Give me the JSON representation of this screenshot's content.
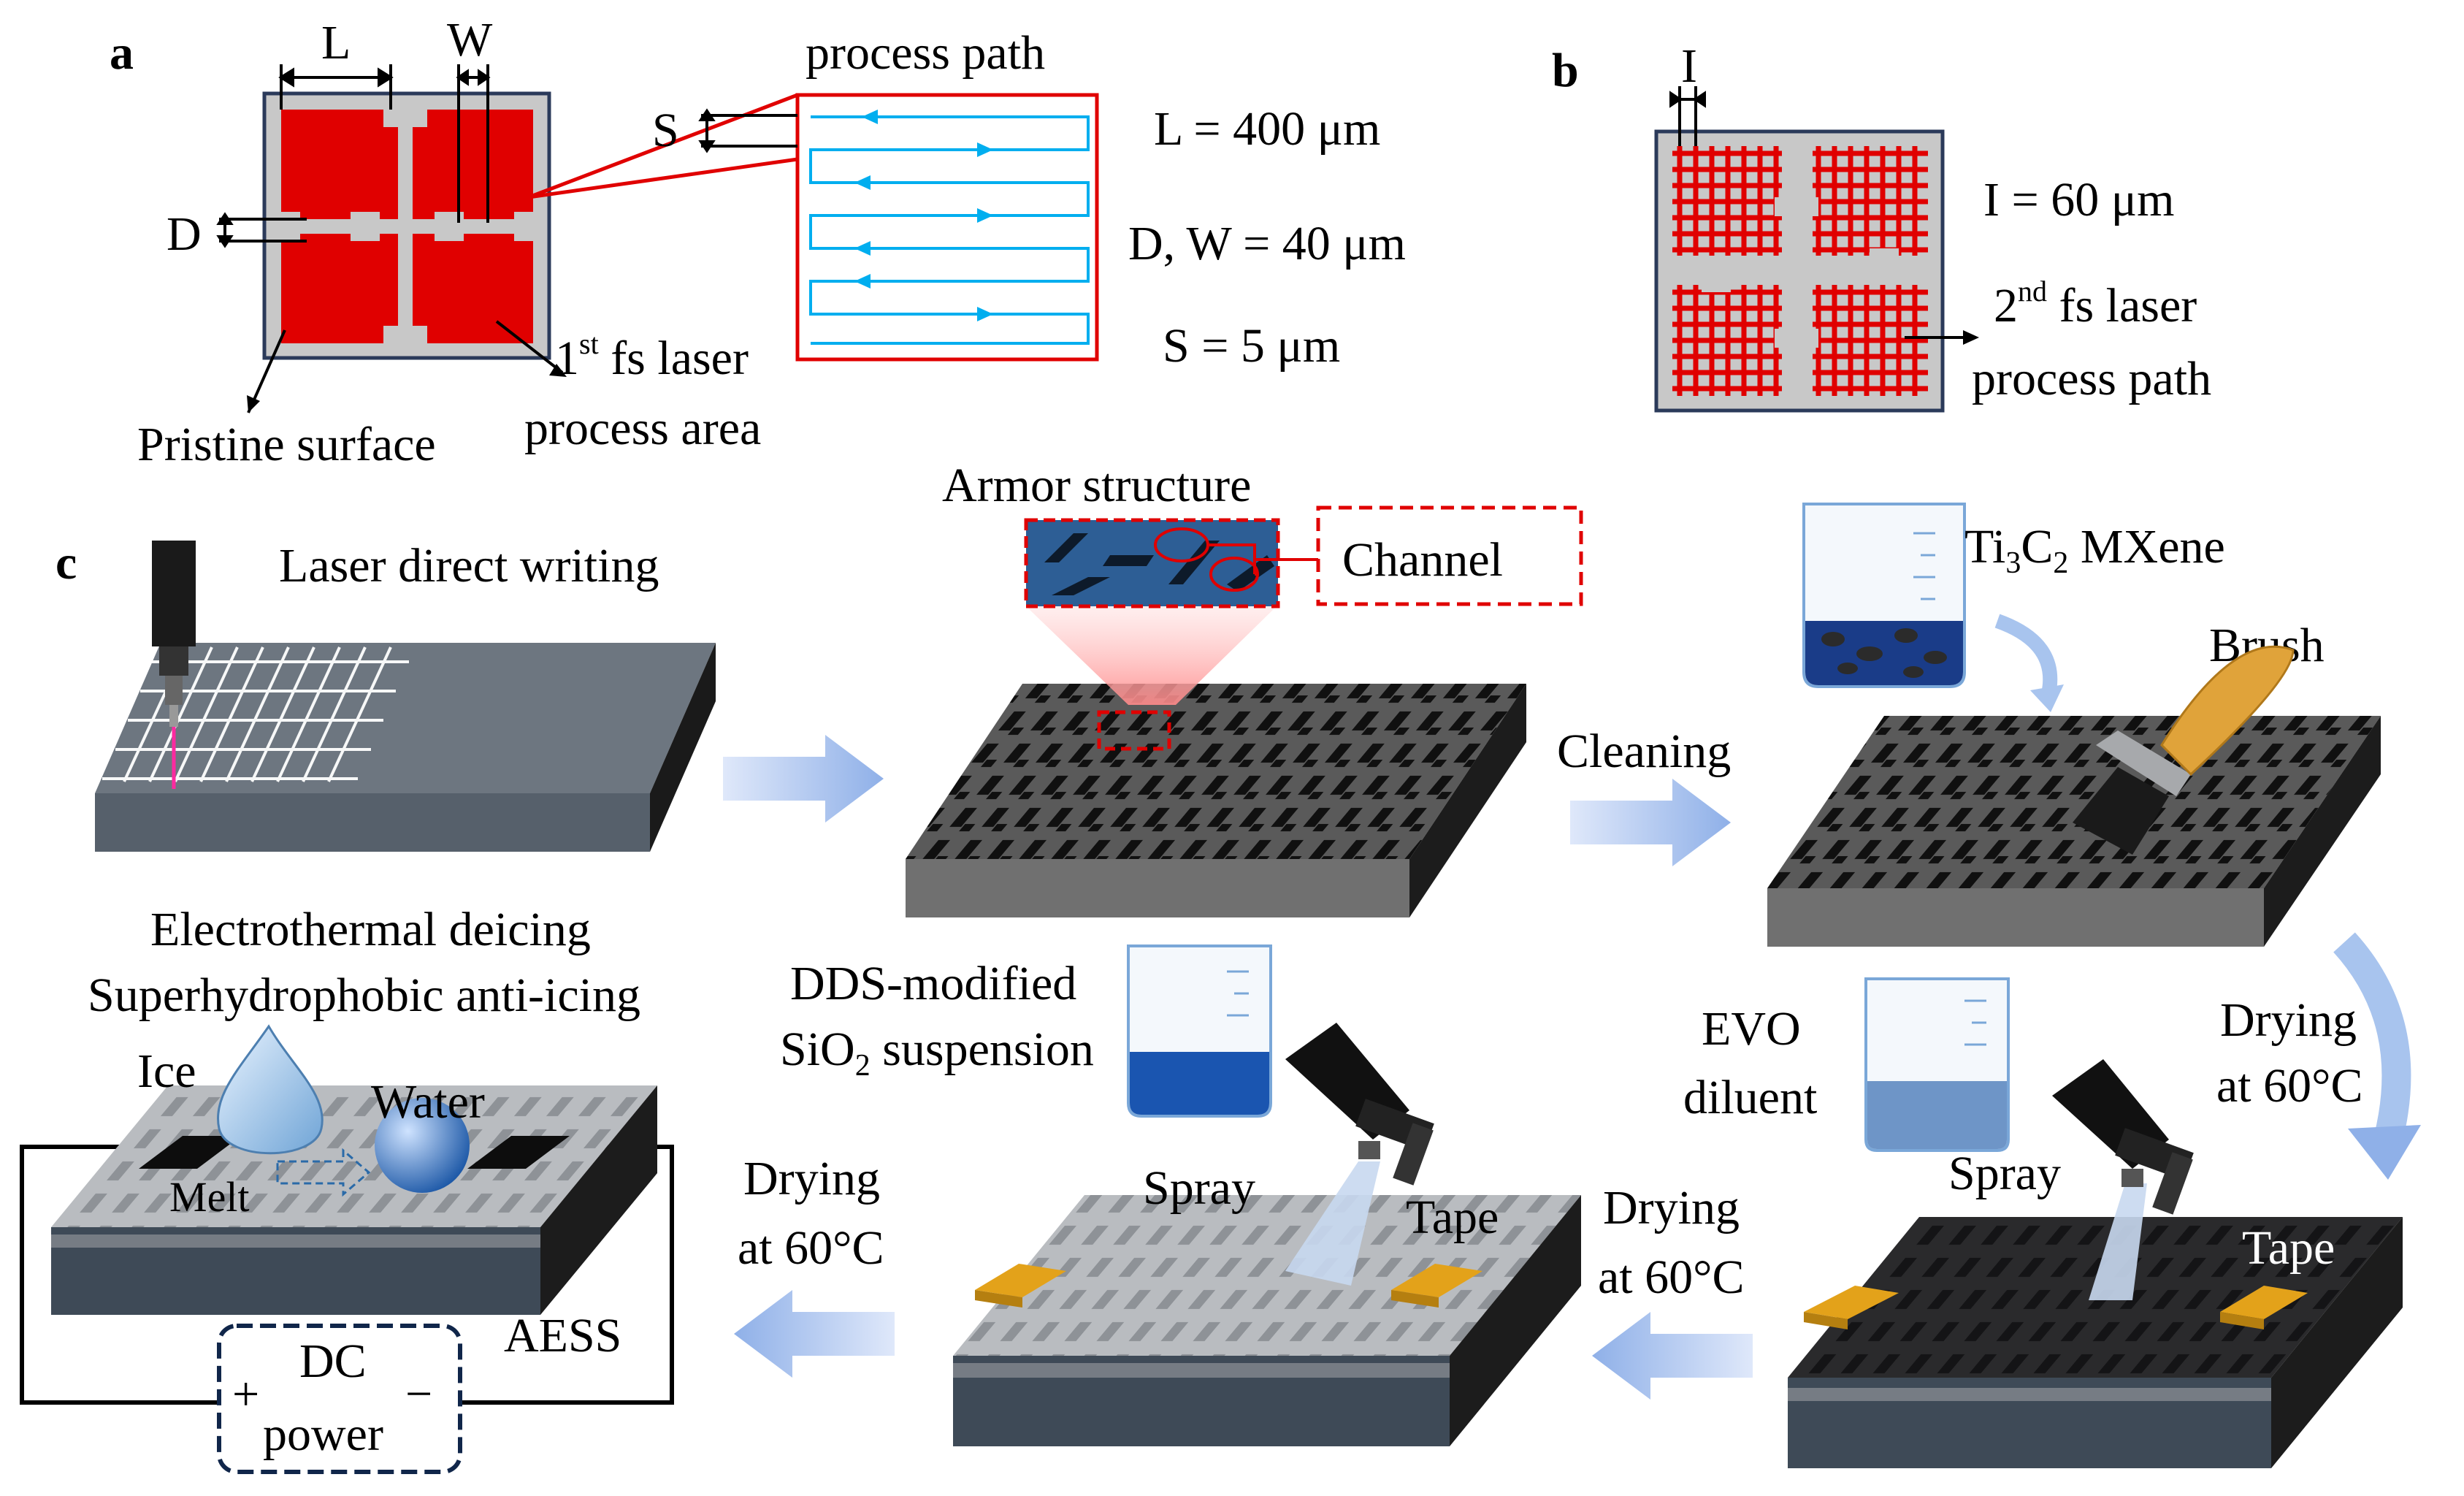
{
  "panel_a": {
    "panel_label": "a",
    "dim_L": "L",
    "dim_W": "W",
    "dim_D": "D",
    "dim_S": "S",
    "process_path_title": "process path",
    "param_L": "L = 400 μm",
    "param_DW": "D, W = 40 μm",
    "param_S": "S = 5 μm",
    "process_area_line1": "fs laser",
    "process_area_line2": "process area",
    "pristine_label": "Pristine surface",
    "ordinal_1": "1",
    "ordinal_1_sup": "st"
  },
  "panel_b": {
    "panel_label": "b",
    "dim_I": "I",
    "param_I": "I = 60 μm",
    "ordinal_2": "2",
    "ordinal_2_sup": "nd",
    "laser_line1": "fs laser",
    "laser_line2": "process path"
  },
  "panel_c": {
    "panel_label": "c",
    "step1": "Laser direct writing",
    "armor": "Armor structure",
    "channel": "Channel",
    "cleaning": "Cleaning",
    "mxene_main": "Ti",
    "mxene_sub1": "3",
    "mxene_mid": "C",
    "mxene_sub2": "2",
    "mxene_rest": " MXene",
    "brush": "Brush",
    "drying_right_1": "Drying",
    "drying_right_2": "at 60°C",
    "evo_1": "EVO",
    "evo_2": "diluent",
    "spray_1": "Spray",
    "tape_1": "Tape",
    "drying_mid_1": "Drying",
    "drying_mid_2": "at 60°C",
    "dds_1": "DDS-modified",
    "dds_2a": "SiO",
    "dds_2sub": "2",
    "dds_2b": " suspension",
    "spray_2": "Spray",
    "tape_2": "Tape",
    "drying_left_1": "Drying",
    "drying_left_2": "at 60°C",
    "deice_1": "Electrothermal deicing",
    "deice_2": "Superhydrophobic anti-icing",
    "ice": "Ice",
    "water": "Water",
    "melt": "Melt",
    "aess": "AESS",
    "dc_1": "DC",
    "dc_2": "power",
    "plus": "+",
    "minus": "−"
  },
  "colors": {
    "laser_red": "#e00000",
    "path_blue": "#00aeef",
    "slab_dark": "#1c1c1c",
    "slab_gray": "#6d7680",
    "tape_orange": "#e3a21a",
    "mxene_blue": "#1a3c88",
    "arrow_blue": "#a8c4ee"
  }
}
